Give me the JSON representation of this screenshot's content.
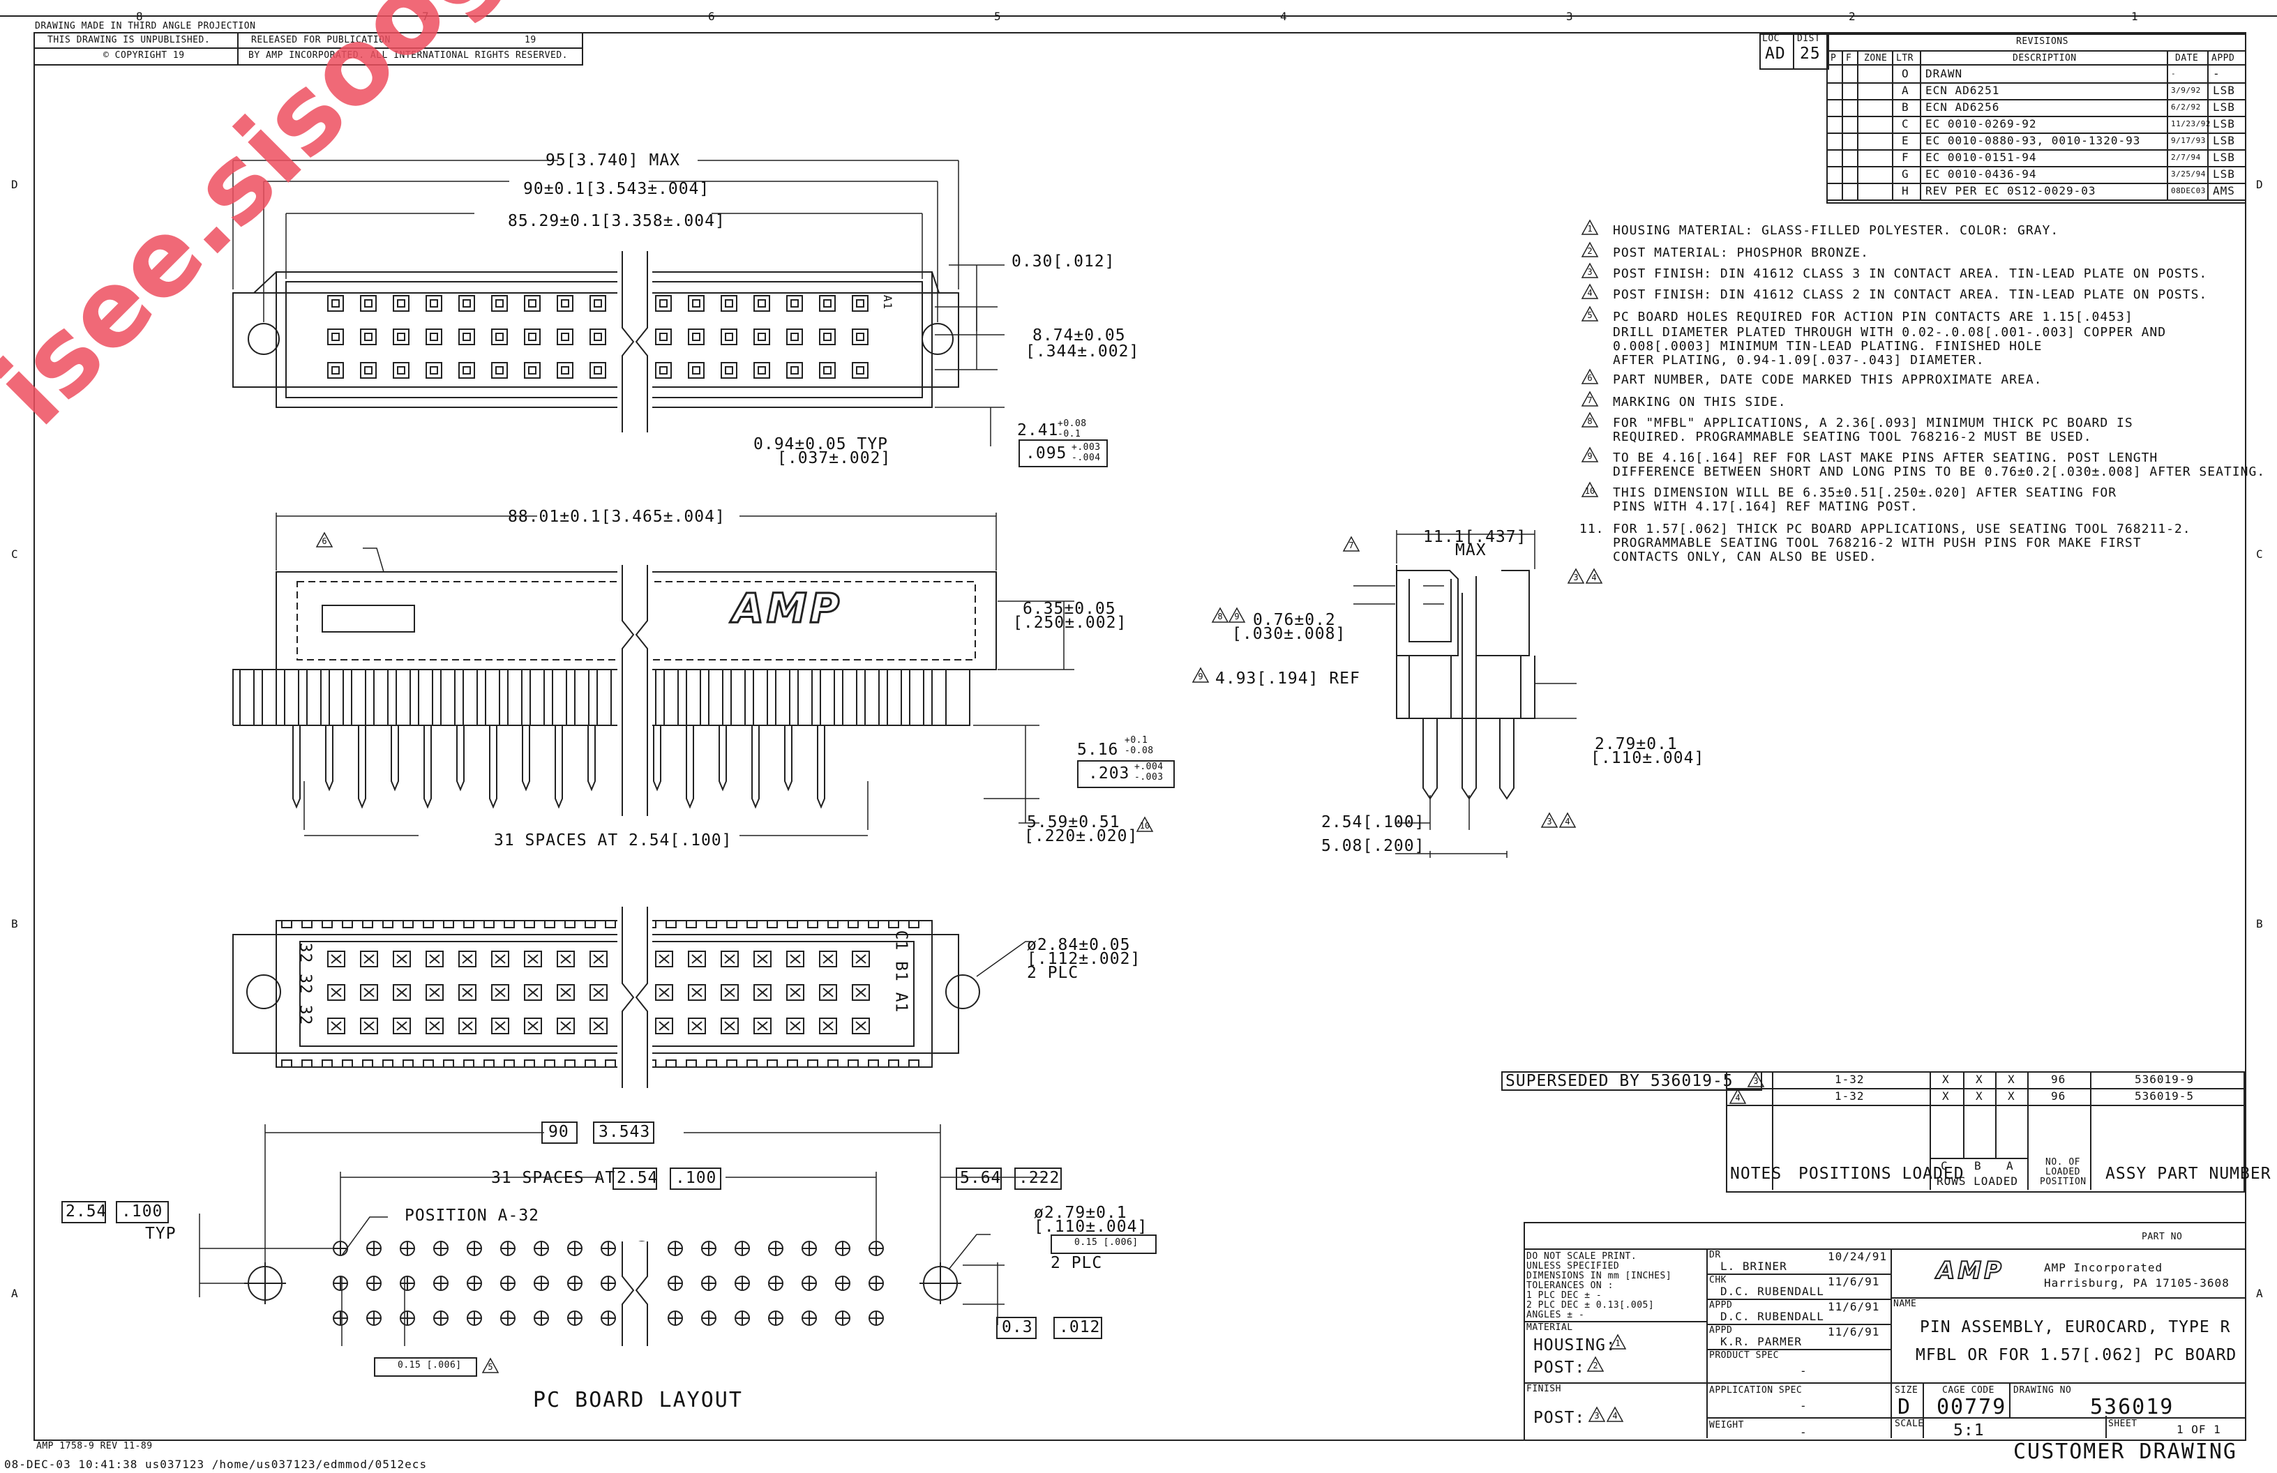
{
  "header": {
    "projection": "DRAWING MADE IN THIRD ANGLE PROJECTION",
    "unpublished": "THIS DRAWING IS UNPUBLISHED.",
    "copyright": "© COPYRIGHT 19",
    "released": "RELEASED FOR PUBLICATION",
    "year": "19",
    "rights": "BY AMP INCORPORATED. ALL INTERNATIONAL RIGHTS RESERVED."
  },
  "zones": {
    "cols": [
      "8",
      "7",
      "6",
      "5",
      "4",
      "3",
      "2",
      "1"
    ],
    "rows": [
      "D",
      "C",
      "B",
      "A"
    ]
  },
  "revisions": {
    "title": "REVISIONS",
    "loc": "LOC",
    "loc_val": "AD",
    "dist": "DIST",
    "dist_val": "25",
    "cols": [
      "P",
      "F",
      "ZONE",
      "LTR",
      "DESCRIPTION",
      "DATE",
      "APPD"
    ],
    "rows": [
      {
        "ltr": "O",
        "desc": "DRAWN",
        "date": "-",
        "appd": "-"
      },
      {
        "ltr": "A",
        "desc": "ECN AD6251",
        "date": "3/9/92",
        "appd": "LSB"
      },
      {
        "ltr": "B",
        "desc": "ECN AD6256",
        "date": "6/2/92",
        "appd": "LSB"
      },
      {
        "ltr": "C",
        "desc": "EC 0010-0269-92",
        "date": "11/23/92",
        "appd": "LSB"
      },
      {
        "ltr": "E",
        "desc": "EC 0010-0880-93, 0010-1320-93",
        "date": "9/17/93",
        "appd": "LSB"
      },
      {
        "ltr": "F",
        "desc": "EC 0010-0151-94",
        "date": "2/7/94",
        "appd": "LSB"
      },
      {
        "ltr": "G",
        "desc": "EC 0010-0436-94",
        "date": "3/25/94",
        "appd": "LSB"
      },
      {
        "ltr": "H",
        "desc": "REV PER EC 0S12-0029-03",
        "date": "08DEC03",
        "appd": "AMS"
      }
    ]
  },
  "notes": [
    {
      "flag": "1",
      "text": "HOUSING MATERIAL: GLASS-FILLED POLYESTER. COLOR: GRAY."
    },
    {
      "flag": "2",
      "text": "POST MATERIAL: PHOSPHOR BRONZE."
    },
    {
      "flag": "3",
      "text": "POST FINISH: DIN 41612 CLASS 3 IN CONTACT AREA. TIN-LEAD PLATE ON POSTS."
    },
    {
      "flag": "4",
      "text": "POST FINISH: DIN 41612 CLASS 2 IN CONTACT AREA. TIN-LEAD PLATE ON POSTS."
    },
    {
      "flag": "5",
      "text": "PC BOARD HOLES REQUIRED FOR ACTION PIN CONTACTS ARE 1.15[.0453]"
    },
    {
      "flag": "",
      "text": "DRILL DIAMETER PLATED THROUGH WITH 0.02-.0.08[.001-.003] COPPER AND"
    },
    {
      "flag": "",
      "text": "0.008[.0003] MINIMUM TIN-LEAD PLATING. FINISHED HOLE"
    },
    {
      "flag": "",
      "text": "AFTER PLATING, 0.94-1.09[.037-.043] DIAMETER."
    },
    {
      "flag": "6",
      "text": "PART NUMBER, DATE CODE MARKED THIS APPROXIMATE AREA."
    },
    {
      "flag": "7",
      "text": "MARKING ON THIS SIDE."
    },
    {
      "flag": "8",
      "text": "FOR \"MFBL\" APPLICATIONS, A 2.36[.093] MINIMUM THICK PC BOARD IS"
    },
    {
      "flag": "",
      "text": "REQUIRED. PROGRAMMABLE SEATING TOOL 768216-2 MUST BE USED."
    },
    {
      "flag": "9",
      "text": "TO BE 4.16[.164] REF FOR LAST MAKE PINS AFTER SEATING. POST LENGTH"
    },
    {
      "flag": "",
      "text": "DIFFERENCE BETWEEN SHORT AND LONG PINS TO BE 0.76±0.2[.030±.008] AFTER SEATING."
    },
    {
      "flag": "10",
      "text": "THIS DIMENSION WILL BE 6.35±0.51[.250±.020] AFTER SEATING FOR"
    },
    {
      "flag": "",
      "text": "PINS WITH 4.17[.164] REF MATING POST."
    },
    {
      "flag": "11.",
      "text": "FOR 1.57[.062] THICK PC BOARD APPLICATIONS, USE SEATING TOOL 768211-2."
    },
    {
      "flag": "",
      "text": "PROGRAMMABLE SEATING TOOL 768216-2 WITH PUSH PINS FOR MAKE FIRST"
    },
    {
      "flag": "",
      "text": "CONTACTS ONLY, CAN ALSO BE USED."
    }
  ],
  "dims": {
    "d1": "95[3.740] MAX",
    "d2": "90±0.1[3.543±.004]",
    "d3": "85.29±0.1[3.358±.004]",
    "d4": "0.30[.012]",
    "d5a": "8.74±0.05",
    "d5b": "[.344±.002]",
    "d6": "2.41",
    "d6tol": "+0.08 -0.1",
    "d6b": ".095",
    "d6btol": "+.003 -.004",
    "d7a": "0.94±0.05 TYP",
    "d7b": "[.037±.002]",
    "d8": "88.01±0.1[3.465±.004]",
    "d9a": "6.35±0.05",
    "d9b": "[.250±.002]",
    "d10": "5.16",
    "d10tol": "+0.1 -0.08",
    "d10b": ".203",
    "d10btol": "+.004 -.003",
    "d11a": "5.59±0.51",
    "d11b": "[.220±.020]",
    "d12": "31 SPACES AT 2.54[.100]",
    "side1a": "11.1[.437]",
    "side1b": "MAX",
    "side2a": "0.76±0.2",
    "side2b": "[.030±.008]",
    "side3": "4.93[.194] REF",
    "side4a": "2.79±0.1",
    "side4b": "[.110±.004]",
    "side5": "2.54[.100]",
    "side6": "5.08[.200]",
    "bot1a": "ø2.84±0.05",
    "bot1b": "[.112±.002]",
    "bot1c": "2 PLC",
    "pcb1a": "90",
    "pcb1b": "3.543",
    "pcb2": "31 SPACES AT",
    "pcb2a": "2.54",
    "pcb2b": ".100",
    "pcb3a": "5.64",
    "pcb3b": ".222",
    "pcb4a": "2.54",
    "pcb4b": ".100",
    "pcb4c": "TYP",
    "pcb5": "POSITION A-32",
    "pcb6a": "ø2.79±0.1",
    "pcb6b": "[.110±.004]",
    "pcb6c": "2 PLC",
    "pcb7a": "0.3",
    "pcb7b": ".012",
    "pcb_title": "PC BOARD LAYOUT",
    "tol1": "0.15 [.006]",
    "tol2": "0.15 [.006]"
  },
  "labels": {
    "a1": "A1",
    "rows_right": "C1 B1 A1",
    "rows_left": "32 32 32",
    "amp": "AMP"
  },
  "parts_table": {
    "superseded": "SUPERSEDED BY 536019-5",
    "rows": [
      {
        "note": "3",
        "pos": "1-32",
        "c": "X",
        "b": "X",
        "a": "X",
        "n": "96",
        "part": "536019-9"
      },
      {
        "note": "4",
        "pos": "1-32",
        "c": "X",
        "b": "X",
        "a": "X",
        "n": "96",
        "part": "536019-5"
      }
    ],
    "h_notes": "NOTES",
    "h_pos": "POSITIONS LOADED",
    "h_c": "C",
    "h_b": "B",
    "h_a": "A",
    "h_rows": "ROWS LOADED",
    "h_no": "NO. OF LOADED POSITION",
    "h_part": "ASSY PART NUMBER"
  },
  "title_block": {
    "part_no": "PART NO",
    "tol_lines": [
      "DO NOT SCALE PRINT.",
      "UNLESS SPECIFIED",
      "DIMENSIONS IN mm [INCHES]",
      "TOLERANCES ON :",
      "1 PLC DEC ± -",
      "2 PLC DEC ± 0.13[.005]",
      "ANGLES ± -"
    ],
    "dr": "DR",
    "dr_name": "L. BRINER",
    "dr_date": "10/24/91",
    "chk": "CHK",
    "chk_name": "D.C. RUBENDALL",
    "chk_date": "11/6/91",
    "appd1": "APPD",
    "appd1_name": "D.C. RUBENDALL",
    "appd1_date": "11/6/91",
    "appd2": "APPD",
    "appd2_name": "K.R. PARMER",
    "appd2_date": "11/6/91",
    "material": "MATERIAL",
    "housing": "HOUSING:",
    "post": "POST:",
    "product_spec": "PRODUCT SPEC",
    "dash": "-",
    "finish": "FINISH",
    "finish_post": "POST:",
    "application_spec": "APPLICATION SPEC",
    "weight": "WEIGHT",
    "company": "AMP Incorporated",
    "city": "Harrisburg, PA 17105-3608",
    "name_label": "NAME",
    "name1": "PIN ASSEMBLY, EUROCARD, TYPE R",
    "name2": "MFBL OR FOR 1.57[.062] PC BOARD",
    "size": "SIZE",
    "size_val": "D",
    "cage": "CAGE CODE",
    "cage_val": "00779",
    "drawing_no": "DRAWING NO",
    "drawing_val": "536019",
    "scale": "SCALE",
    "scale_val": "5:1",
    "sheet": "SHEET",
    "sheet_val": "1 OF 1",
    "customer": "CUSTOMER DRAWING"
  },
  "footer": {
    "form": "AMP 1758-9 REV 11-89",
    "stamp": "08-DEC-03   10:41:38 us037123  /home/us037123/edmmod/0512ecs"
  },
  "watermark": "isee.sisoog.com"
}
